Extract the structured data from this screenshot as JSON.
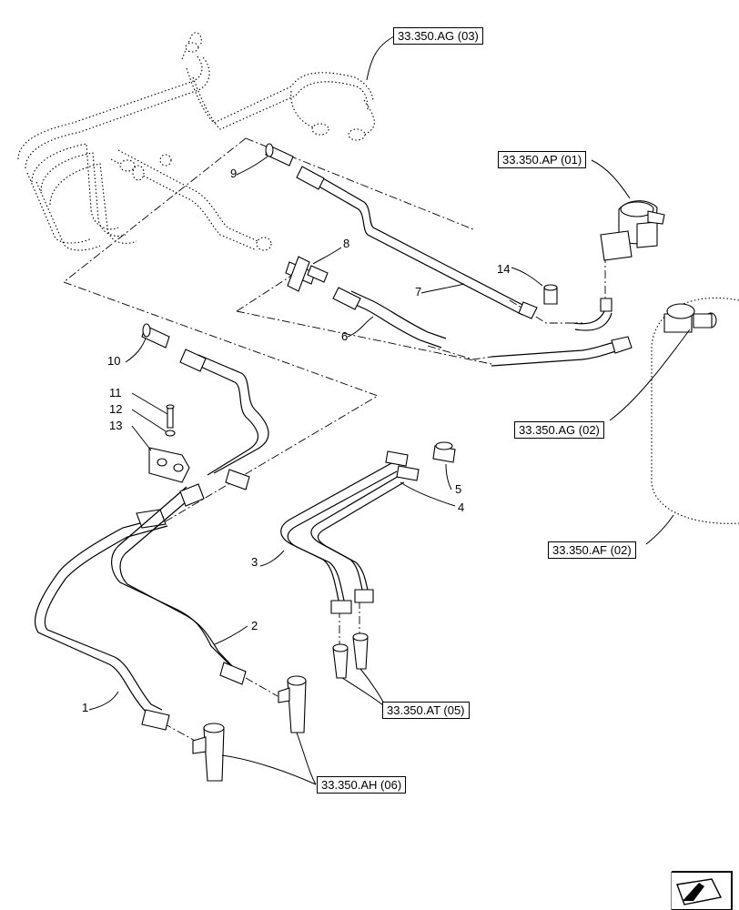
{
  "references": {
    "ag03": "33.350.AG (03)",
    "ap01": "33.350.AP (01)",
    "ag02": "33.350.AG (02)",
    "af02": "33.350.AF (02)",
    "at05": "33.350.AT (05)",
    "ah06": "33.350.AH (06)"
  },
  "callouts": {
    "c1": "1",
    "c2": "2",
    "c3": "3",
    "c4": "4",
    "c5": "5",
    "c6": "6",
    "c7": "7",
    "c8": "8",
    "c9": "9",
    "c10": "10",
    "c11": "11",
    "c12": "12",
    "c13": "13",
    "c14": "14"
  },
  "nav_icon": "navigation-arrow-icon"
}
